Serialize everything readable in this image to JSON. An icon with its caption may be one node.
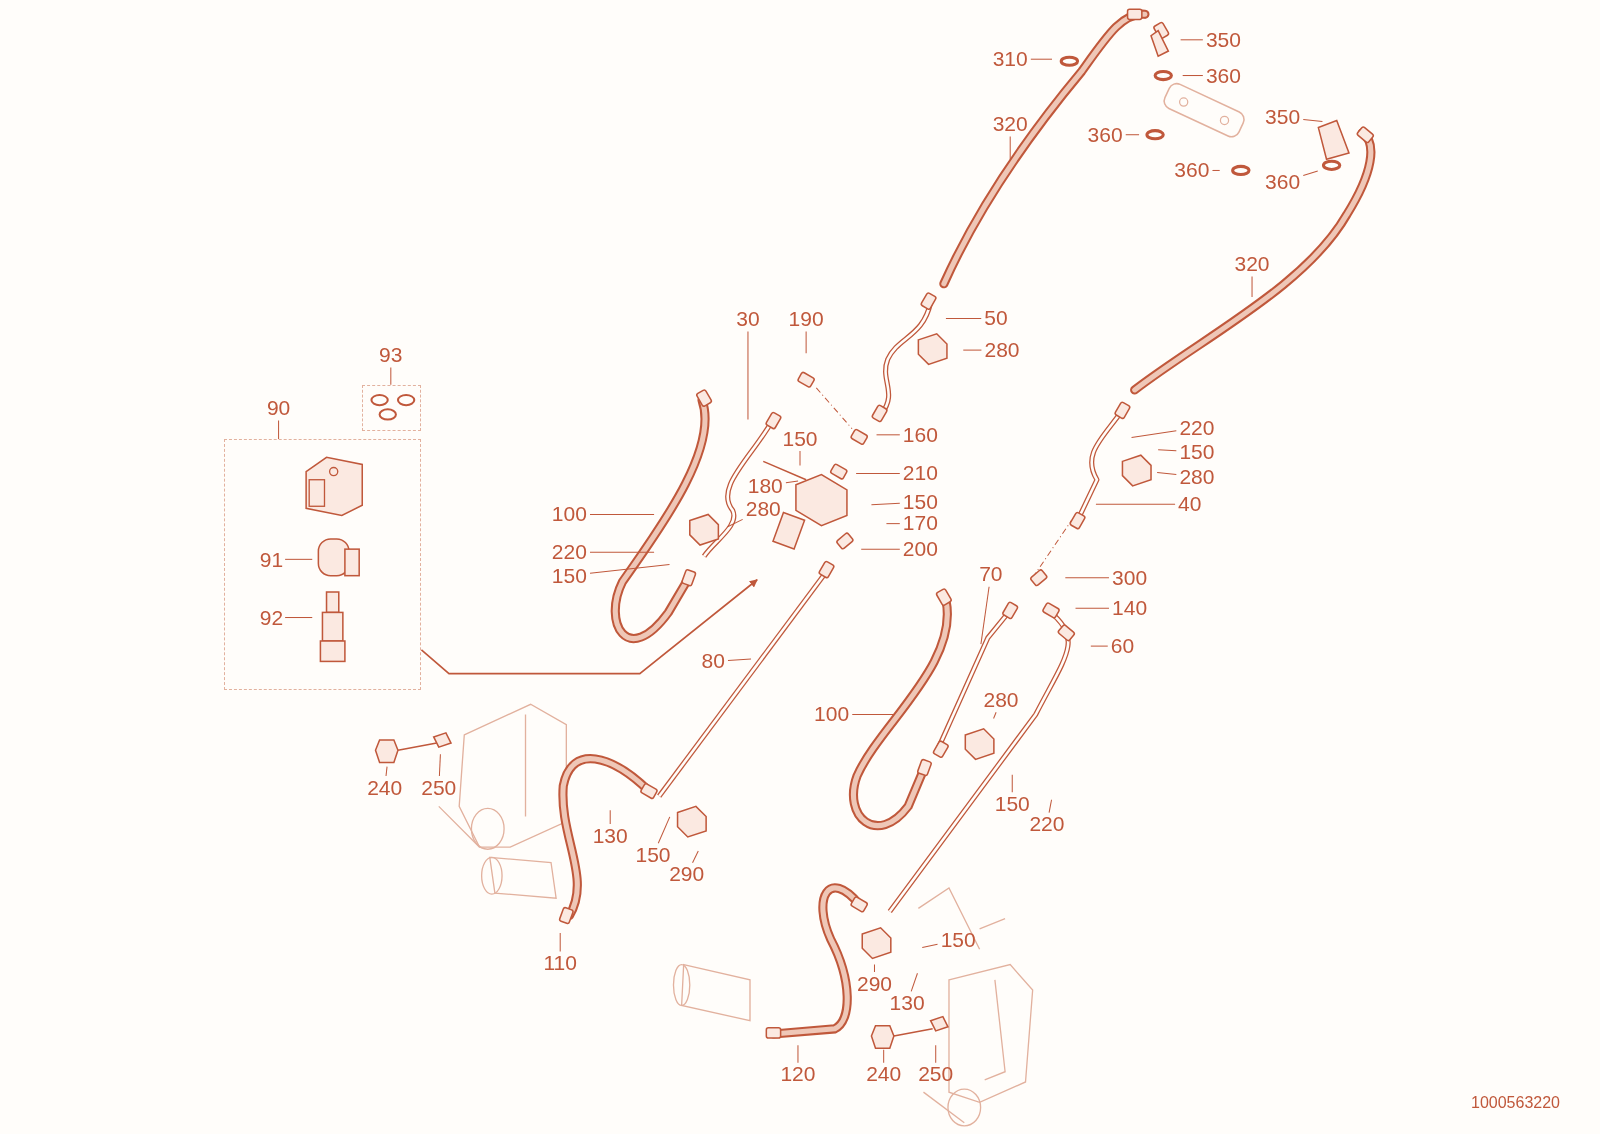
{
  "diagram": {
    "nodes": [
      {
        "text": [
          "350"
        ]
      },
      {
        "text": [
          "310"
        ]
      },
      {
        "text": [
          "360"
        ]
      },
      {
        "text": [
          "320"
        ]
      },
      {
        "text": [
          "350"
        ]
      },
      {
        "text": [
          "360"
        ]
      },
      {
        "text": [
          "360"
        ]
      },
      {
        "text": [
          "360"
        ]
      },
      {
        "text": [
          "320"
        ]
      },
      {
        "text": [
          "50"
        ]
      },
      {
        "text": [
          "30"
        ]
      },
      {
        "text": [
          "190"
        ]
      },
      {
        "text": [
          "280"
        ]
      },
      {
        "text": [
          "93"
        ]
      },
      {
        "text": [
          "90"
        ]
      },
      {
        "text": [
          "220"
        ]
      },
      {
        "text": [
          "160"
        ]
      },
      {
        "text": [
          "150"
        ]
      },
      {
        "text": [
          "150"
        ]
      },
      {
        "text": [
          "210"
        ]
      },
      {
        "text": [
          "280"
        ]
      },
      {
        "text": [
          "180"
        ]
      },
      {
        "text": [
          "150"
        ]
      },
      {
        "text": [
          "280"
        ]
      },
      {
        "text": [
          "40"
        ]
      },
      {
        "text": [
          "100"
        ]
      },
      {
        "text": [
          "170"
        ]
      },
      {
        "text": [
          "200"
        ]
      },
      {
        "text": [
          "220"
        ]
      },
      {
        "text": [
          "91"
        ],
        "in": 14
      },
      {
        "text": [
          "150"
        ]
      },
      {
        "text": [
          "70"
        ]
      },
      {
        "text": [
          "300"
        ]
      },
      {
        "text": [
          "140"
        ]
      },
      {
        "text": [
          "92"
        ],
        "in": 14
      },
      {
        "text": [
          "60"
        ]
      },
      {
        "text": [
          "80"
        ]
      },
      {
        "text": [
          "280"
        ]
      },
      {
        "text": [
          "100"
        ]
      },
      {
        "text": [
          "240"
        ]
      },
      {
        "text": [
          "250"
        ]
      },
      {
        "text": [
          "150"
        ]
      },
      {
        "text": [
          "220"
        ]
      },
      {
        "text": [
          "130"
        ]
      },
      {
        "text": [
          "150"
        ]
      },
      {
        "text": [
          "290"
        ]
      },
      {
        "text": [
          "150"
        ]
      },
      {
        "text": [
          "110"
        ]
      },
      {
        "text": [
          "290"
        ]
      },
      {
        "text": [
          "130"
        ]
      },
      {
        "text": [
          "120"
        ]
      },
      {
        "text": [
          "240"
        ]
      },
      {
        "text": [
          "250"
        ]
      }
    ],
    "edges": [
      {
        "from": 0,
        "to": null,
        "arrow": "none"
      },
      {
        "from": 1,
        "to": null,
        "arrow": "none"
      },
      {
        "from": 2,
        "to": null,
        "arrow": "none"
      },
      {
        "from": 3,
        "to": null,
        "arrow": "none"
      },
      {
        "from": 4,
        "to": null,
        "arrow": "none"
      },
      {
        "from": 5,
        "to": null,
        "arrow": "none"
      },
      {
        "from": 6,
        "to": null,
        "arrow": "none"
      },
      {
        "from": 7,
        "to": null,
        "arrow": "none"
      },
      {
        "from": 8,
        "to": null,
        "arrow": "none"
      },
      {
        "from": 9,
        "to": null,
        "arrow": "none"
      },
      {
        "from": 10,
        "to": null,
        "arrow": "none"
      },
      {
        "from": 11,
        "to": null,
        "arrow": "none"
      },
      {
        "from": 12,
        "to": null,
        "arrow": "none"
      },
      {
        "from": 14,
        "to": null,
        "arrow": "to"
      },
      {
        "from": 15,
        "to": null,
        "arrow": "none"
      },
      {
        "from": 16,
        "to": null,
        "arrow": "none"
      },
      {
        "from": 17,
        "to": null,
        "arrow": "none"
      },
      {
        "from": 18,
        "to": null,
        "arrow": "none"
      },
      {
        "from": 19,
        "to": null,
        "arrow": "none"
      },
      {
        "from": 20,
        "to": null,
        "arrow": "none"
      },
      {
        "from": 21,
        "to": null,
        "arrow": "none"
      },
      {
        "from": 22,
        "to": null,
        "arrow": "none"
      },
      {
        "from": 23,
        "to": null,
        "arrow": "none"
      },
      {
        "from": 24,
        "to": null,
        "arrow": "none"
      },
      {
        "from": 25,
        "to": null,
        "arrow": "none"
      },
      {
        "from": 26,
        "to": null,
        "arrow": "none"
      },
      {
        "from": 27,
        "to": null,
        "arrow": "none"
      },
      {
        "from": 28,
        "to": null,
        "arrow": "none"
      },
      {
        "from": 29,
        "to": null,
        "arrow": "none"
      },
      {
        "from": 30,
        "to": null,
        "arrow": "none"
      },
      {
        "from": 31,
        "to": null,
        "arrow": "none"
      },
      {
        "from": 32,
        "to": null,
        "arrow": "none"
      },
      {
        "from": 33,
        "to": null,
        "arrow": "none"
      },
      {
        "from": 34,
        "to": null,
        "arrow": "none"
      },
      {
        "from": 35,
        "to": null,
        "arrow": "none"
      },
      {
        "from": 36,
        "to": null,
        "arrow": "none"
      },
      {
        "from": 37,
        "to": null,
        "arrow": "none"
      },
      {
        "from": 38,
        "to": null,
        "arrow": "none"
      },
      {
        "from": 39,
        "to": null,
        "arrow": "none"
      },
      {
        "from": 40,
        "to": null,
        "arrow": "none"
      },
      {
        "from": 41,
        "to": null,
        "arrow": "none"
      },
      {
        "from": 42,
        "to": null,
        "arrow": "none"
      },
      {
        "from": 43,
        "to": null,
        "arrow": "none"
      },
      {
        "from": 44,
        "to": null,
        "arrow": "none"
      },
      {
        "from": 45,
        "to": null,
        "arrow": "none"
      },
      {
        "from": 46,
        "to": null,
        "arrow": "none"
      },
      {
        "from": 47,
        "to": null,
        "arrow": "none"
      },
      {
        "from": 48,
        "to": null,
        "arrow": "none"
      },
      {
        "from": 49,
        "to": null,
        "arrow": "none"
      },
      {
        "from": 50,
        "to": null,
        "arrow": "none"
      },
      {
        "from": 51,
        "to": null,
        "arrow": "none"
      },
      {
        "from": 52,
        "to": null,
        "arrow": "none"
      }
    ],
    "labels": [
      "1000563220"
    ]
  }
}
